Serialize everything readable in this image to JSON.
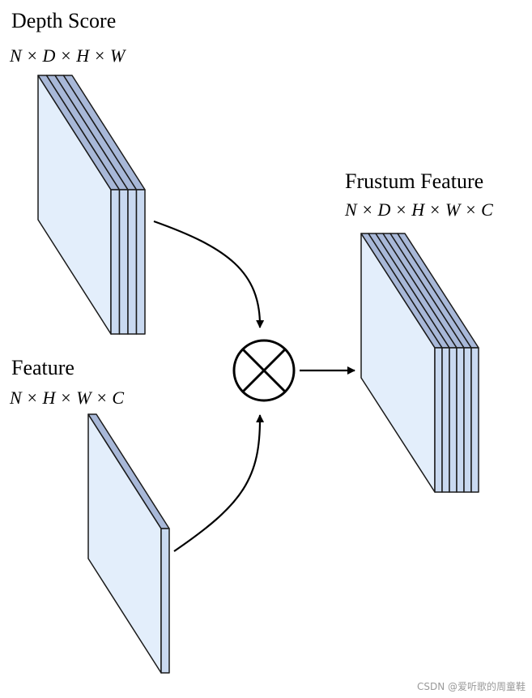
{
  "blocks": {
    "depth_score": {
      "title": "Depth Score",
      "dims": "N × D × H × W",
      "layer_count": 4
    },
    "feature": {
      "title": "Feature",
      "dims": "N × H × W × C",
      "layer_count": 1
    },
    "frustum_feature": {
      "title": "Frustum Feature",
      "dims": "N × D × H × W × C",
      "layer_count": 6
    }
  },
  "operator": {
    "symbol": "outer-product-icon"
  },
  "colors": {
    "face_fill": "#e3eefb",
    "top_fill": "#a8b8d8",
    "edge_fill": "#c9d9f0",
    "stroke": "#1a1a1a"
  },
  "watermark": "CSDN @爱听歌的周童鞋"
}
